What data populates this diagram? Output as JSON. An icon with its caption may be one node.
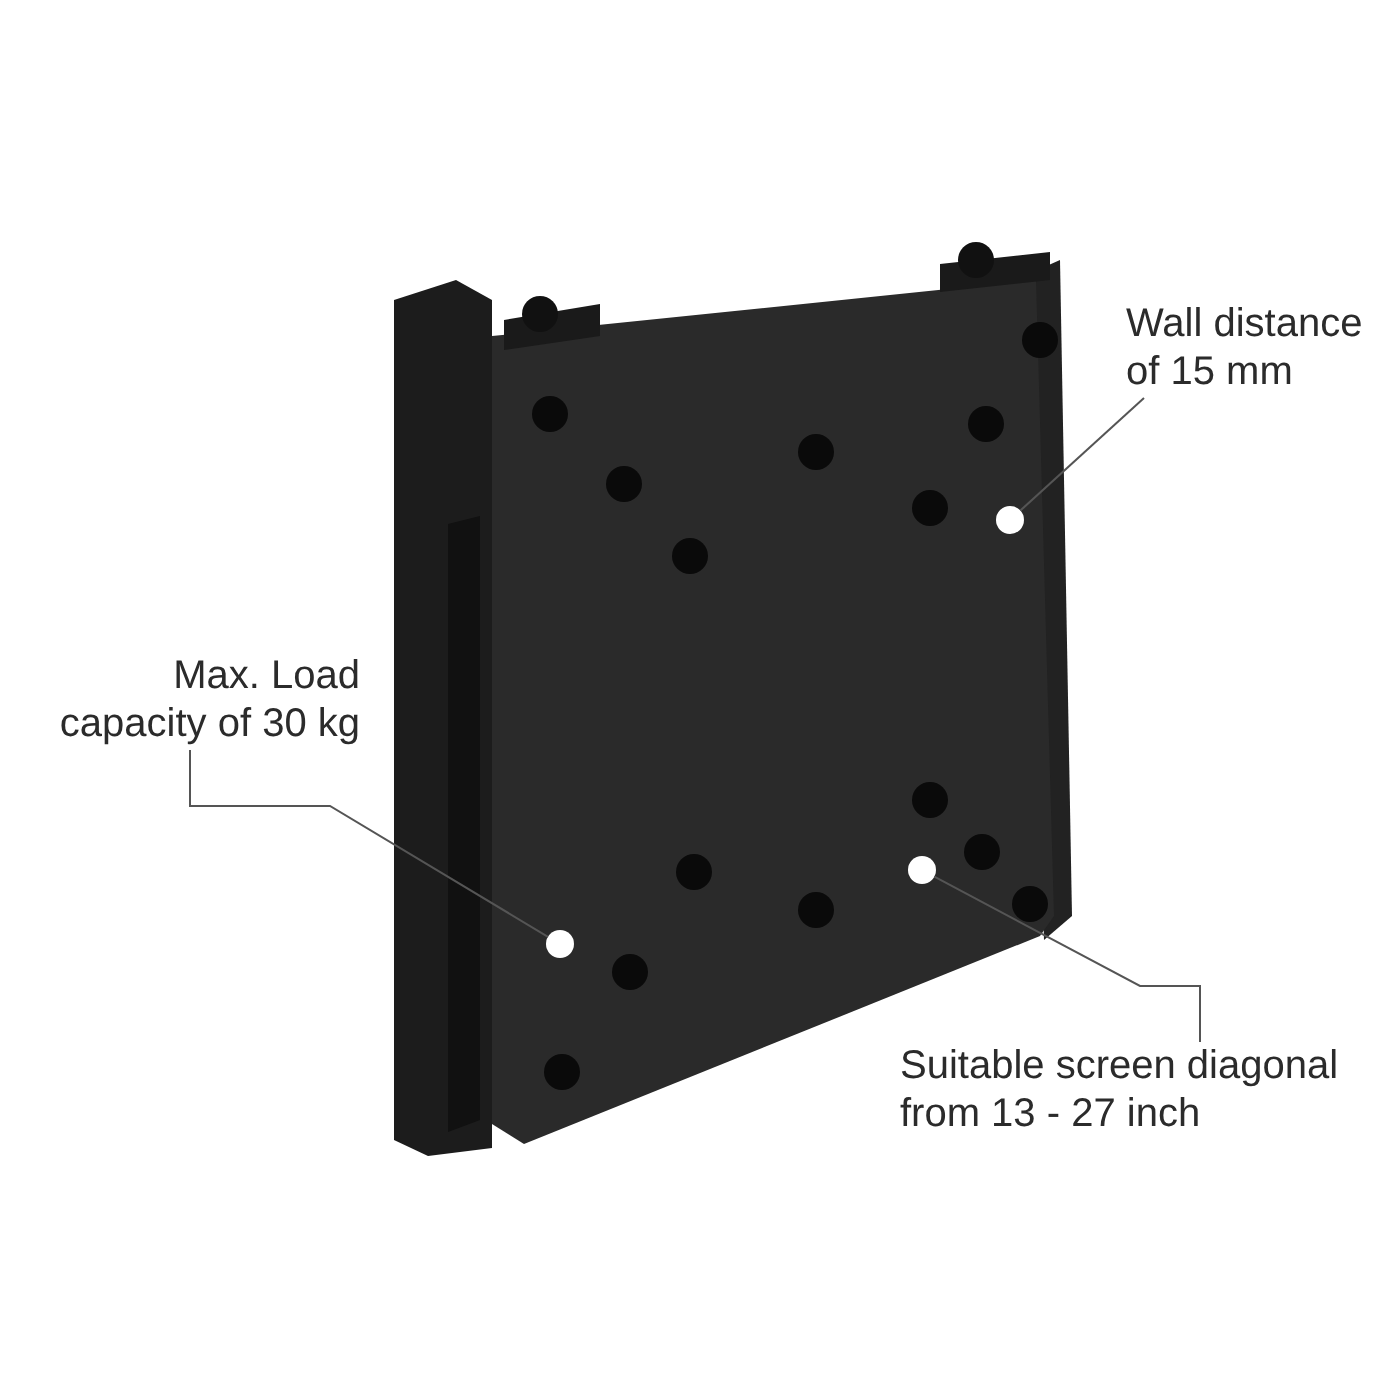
{
  "diagram": {
    "nodes": [
      {
        "text": [],
        "shape": "picture"
      },
      {
        "text": [
          "Wall distance of 15 mm"
        ]
      },
      {
        "text": [],
        "shape": "circle",
        "in": 0
      },
      {
        "text": [
          "Max. Load capacity of 30 kg"
        ]
      },
      {
        "text": [],
        "shape": "circle",
        "in": 0
      },
      {
        "text": [
          "Suitable screen diagonal from 13 - 27 inch"
        ]
      },
      {
        "text": [],
        "shape": "circle",
        "in": 0
      }
    ],
    "edges": [
      {
        "from": 1,
        "to": 2,
        "arrow": "none"
      },
      {
        "from": 3,
        "to": 4,
        "arrow": "none"
      },
      {
        "from": 5,
        "to": 6,
        "arrow": "none"
      }
    ]
  }
}
